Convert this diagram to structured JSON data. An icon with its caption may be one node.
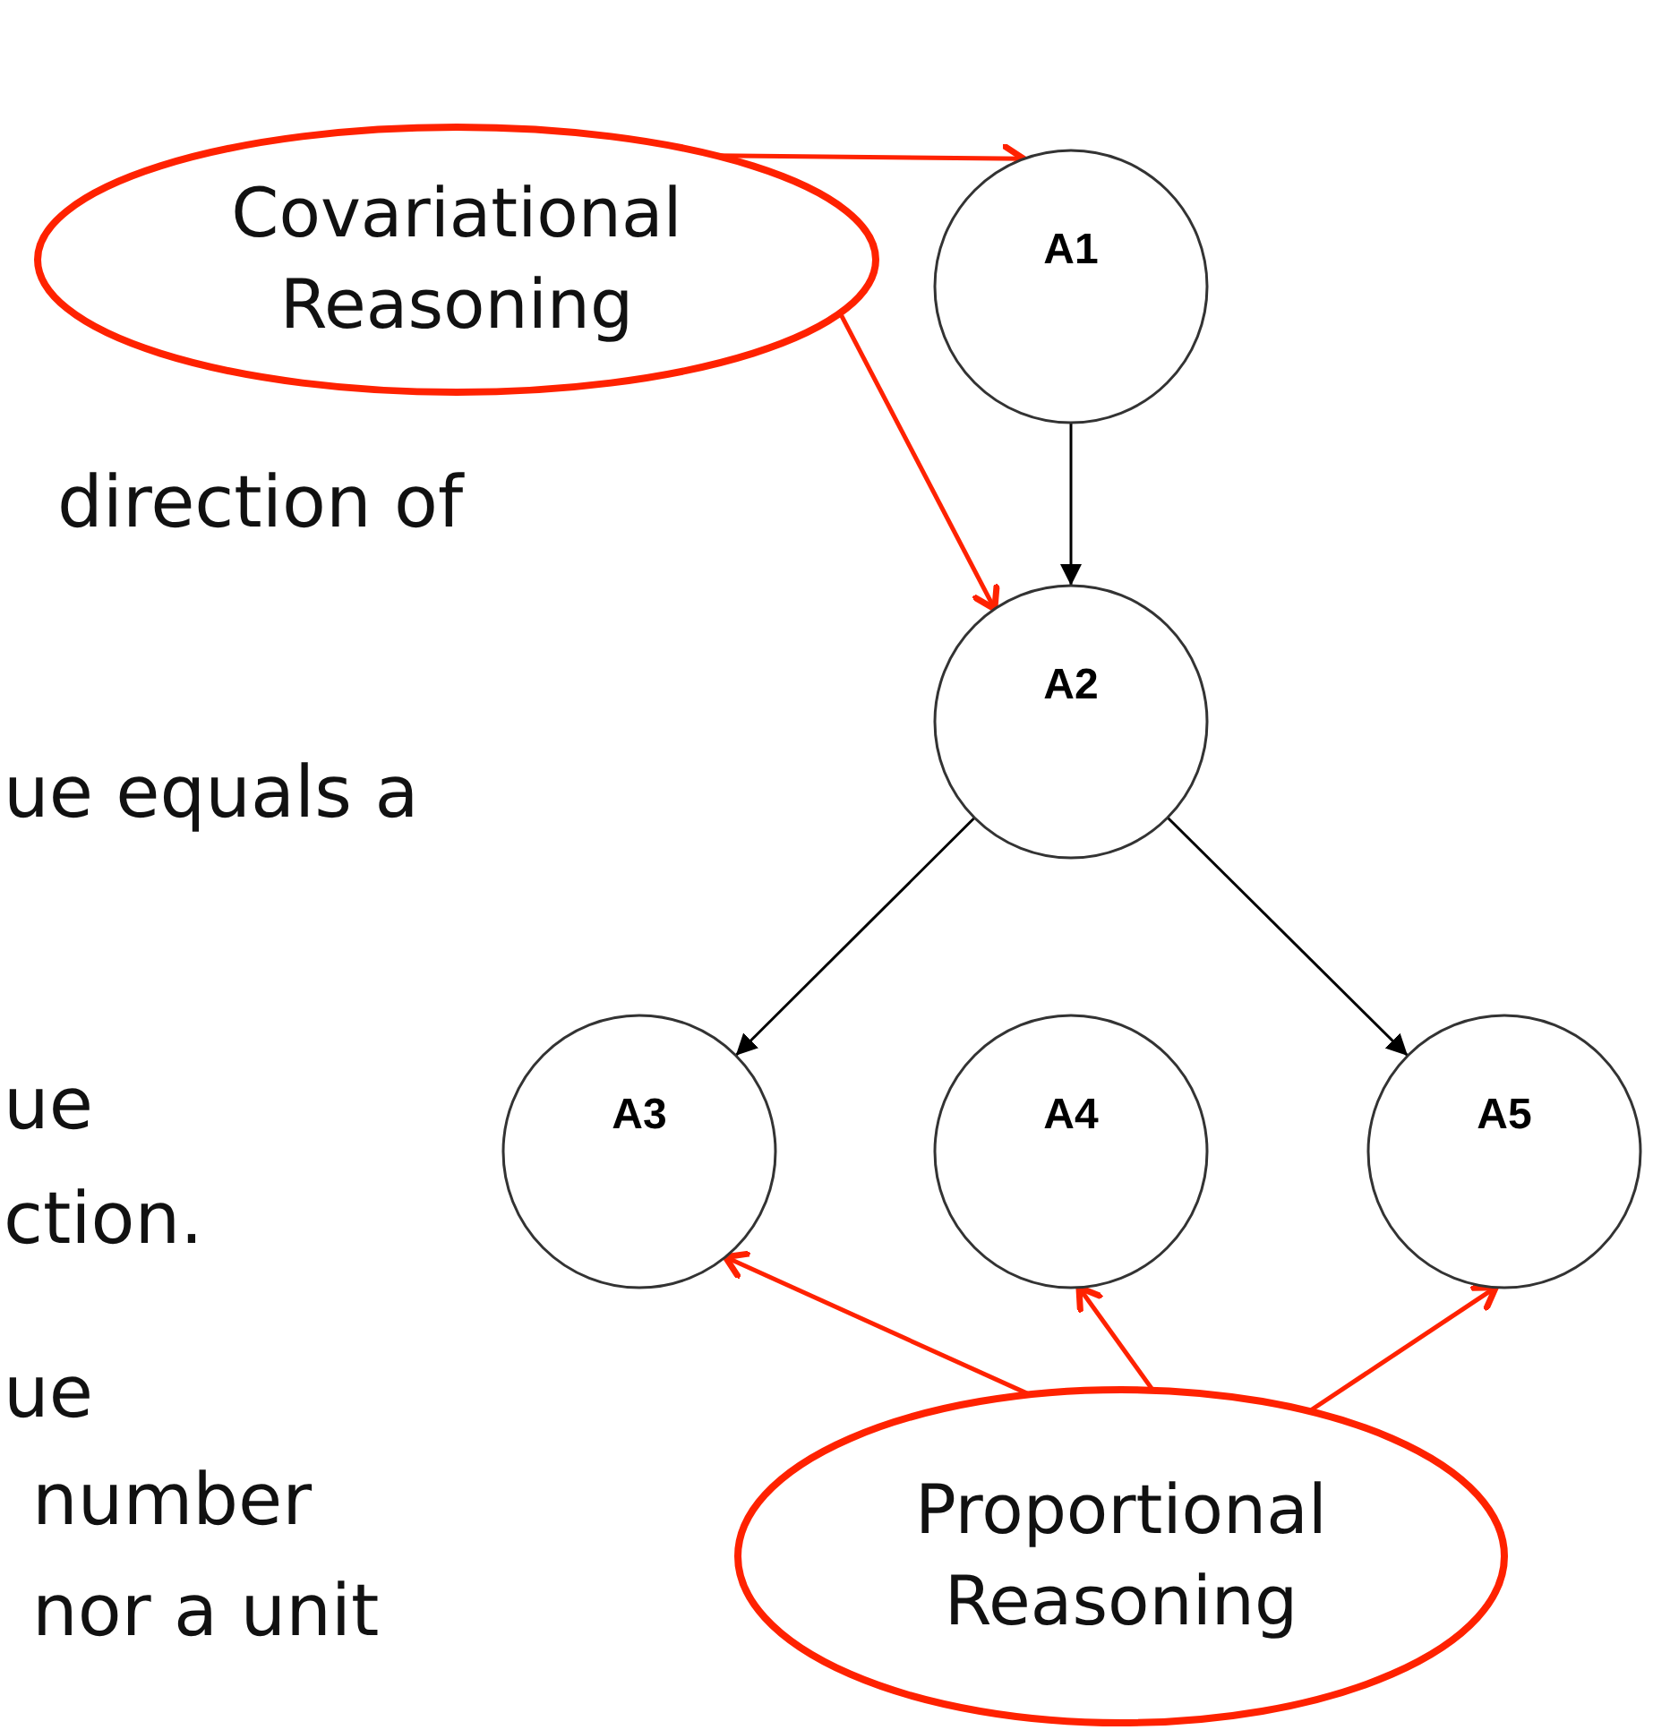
{
  "diagram": {
    "nodes": [
      {
        "text": [
          "Covariational Reasoning"
        ]
      },
      {
        "text": [
          "A1"
        ]
      },
      {
        "text": [
          "A2"
        ]
      },
      {
        "text": [
          "A3"
        ]
      },
      {
        "text": [
          "A4"
        ]
      },
      {
        "text": [
          "A5"
        ]
      },
      {
        "text": [
          "Proportional Reasoning"
        ]
      }
    ],
    "edges": [
      {
        "from": 0,
        "to": 1,
        "arrow": "to"
      },
      {
        "from": 0,
        "to": 2,
        "arrow": "to"
      },
      {
        "from": 1,
        "to": 2,
        "arrow": "to",
        "color": "#000000"
      },
      {
        "from": 2,
        "to": 3,
        "arrow": "to",
        "color": "#000000"
      },
      {
        "from": 2,
        "to": 5,
        "arrow": "to",
        "color": "#000000"
      },
      {
        "from": 6,
        "to": 3,
        "arrow": "to"
      },
      {
        "from": 6,
        "to": 4,
        "arrow": "to"
      },
      {
        "from": 6,
        "to": 5,
        "arrow": "to"
      }
    ],
    "labels": [
      "direction of",
      "ue equals a",
      "ue",
      "ction.",
      "ue",
      "number",
      "nor a unit"
    ]
  }
}
